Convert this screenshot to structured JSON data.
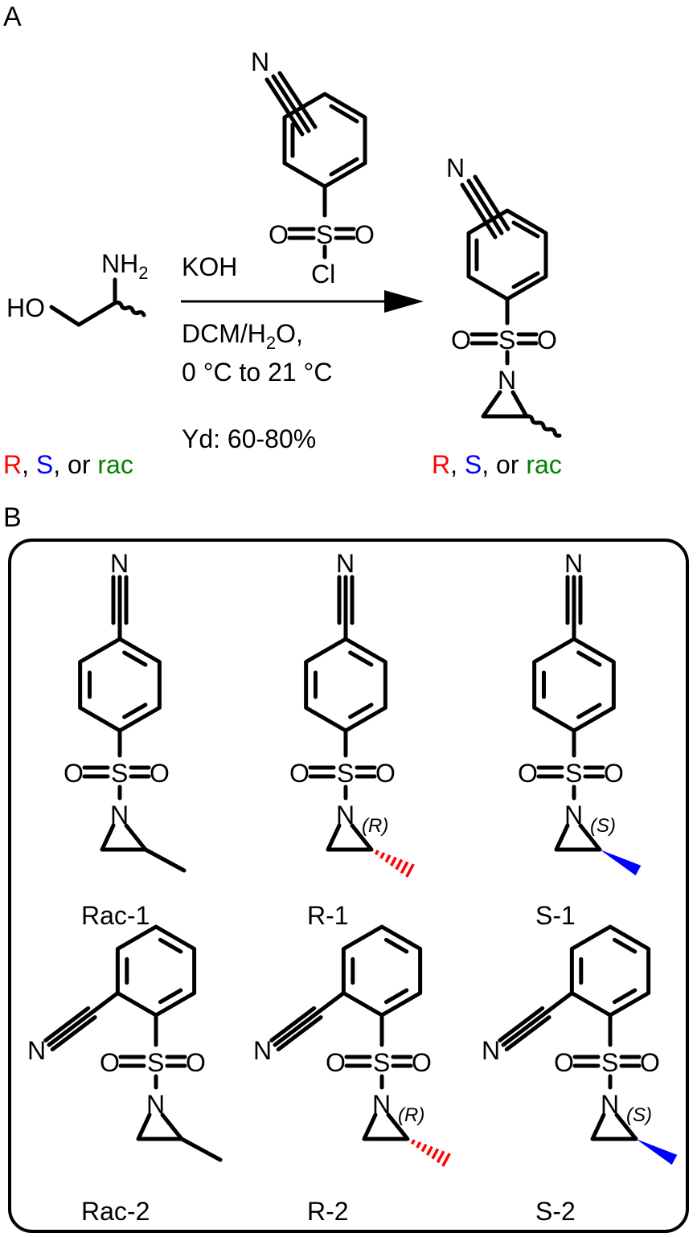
{
  "panel_a": {
    "label": "A",
    "reactant": {
      "oh_label": "HO",
      "nh2_label": "NH",
      "nh2_sub": "2"
    },
    "reagent": {
      "n_label": "N",
      "s_label": "S",
      "o_left": "O",
      "o_right": "O",
      "cl_label": "Cl"
    },
    "conditions": {
      "base": "KOH",
      "solvent_main": "DCM/H",
      "solvent_sub": "2",
      "solvent_tail": "O,",
      "temperature": "0 °C to 21 °C",
      "yield": "Yd: 60-80%"
    },
    "product": {
      "n_label": "N",
      "s_label": "S",
      "o_left": "O",
      "o_right": "O",
      "ring_n_label": "N"
    },
    "stereo_caption": {
      "left": {
        "r": "R",
        "sep1": ", ",
        "s": "S",
        "sep2": ", or ",
        "rac": "rac"
      },
      "right": {
        "r": "R",
        "sep1": ", ",
        "s": "S",
        "sep2": ", or ",
        "rac": "rac"
      }
    }
  },
  "panel_b": {
    "label": "B",
    "atom_labels": {
      "n": "N",
      "s": "S",
      "o": "O"
    },
    "compounds": [
      {
        "name": "Rac-1",
        "stereo": ""
      },
      {
        "name": "R-1",
        "stereo": "(R)"
      },
      {
        "name": "S-1",
        "stereo": "(S)"
      },
      {
        "name": "Rac-2",
        "stereo": ""
      },
      {
        "name": "R-2",
        "stereo": "(R)"
      },
      {
        "name": "S-2",
        "stereo": "(S)"
      }
    ]
  },
  "colors": {
    "r": "#ff0000",
    "s": "#0000ff",
    "rac": "#008000",
    "black": "#000000"
  }
}
